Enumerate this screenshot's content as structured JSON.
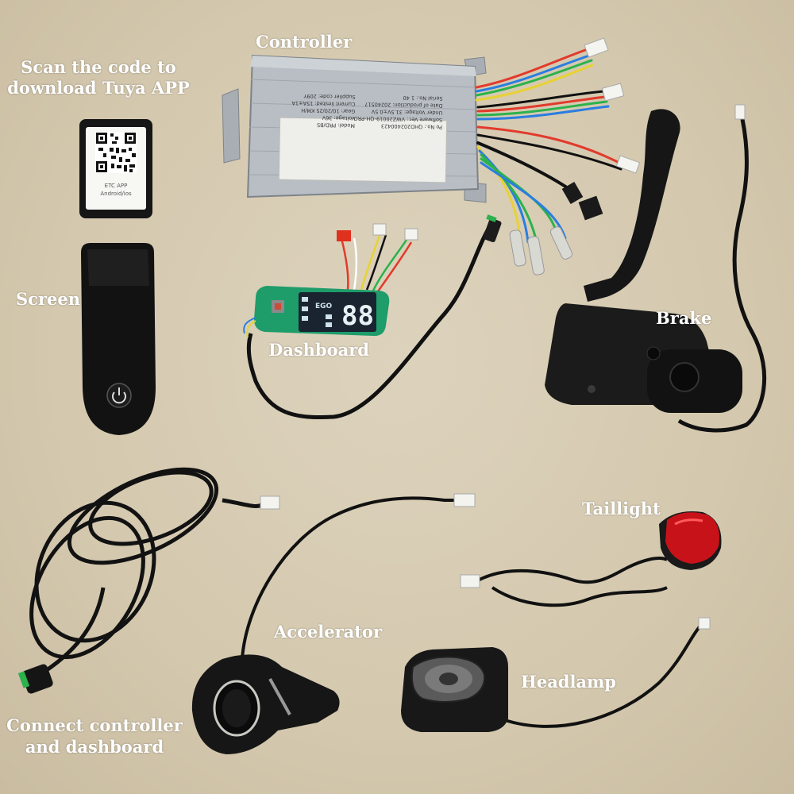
{
  "labels": {
    "controller": "Controller",
    "scan_line1": "Scan  the code to",
    "scan_line2": "download Tuya APP",
    "screen": "Screen",
    "dashboard": "Dashboard",
    "brake": "Brake",
    "taillight": "Taillight",
    "accelerator": "Accelerator",
    "headlamp": "Headlamp",
    "connect_line1": "Connect controller",
    "connect_line2": "and dashboard"
  },
  "qr_card": {
    "line1": "ETC APP",
    "line2": "Android/ios"
  },
  "controller_sticker": {
    "lines": [
      "Po No.: QHD202400423",
      "Software Ver.: VWZ20019-QH-PRO",
      "Under Voltage: 31.5V±0.5V",
      "Date of production: 20240517",
      "Serial No.: 1 40",
      "Model: PRD/BS",
      "Voltage: 36V",
      "Gear: 10/20/25 KM/H",
      "Current limited: 15A±1A",
      "Supplier code: 209Y"
    ]
  },
  "dashboard_display": {
    "digits": "88",
    "mode": "EGO"
  },
  "colors": {
    "background": "#d8cdb6",
    "label_text": "#ffffff",
    "controller_body": "#b7bcc2",
    "pcb_green": "#1e9c6a",
    "plastic_black": "#151515",
    "taillight_red": "#c8121a"
  }
}
